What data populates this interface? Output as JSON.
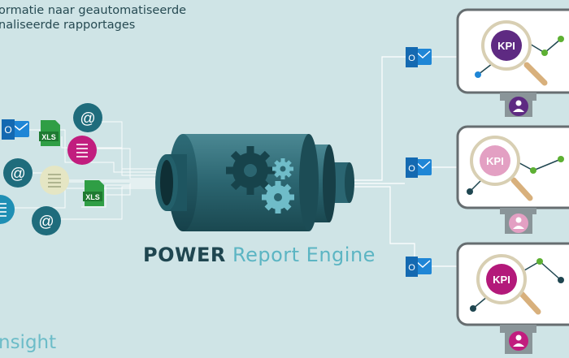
{
  "header": {
    "line1": "ormatie naar geautomatiseerde",
    "line2": "naliseerde rapportages"
  },
  "engine": {
    "title_bold": "POWER",
    "title_light": "Report Engine"
  },
  "brand": "nsight",
  "sources": {
    "xls_label": "XLS",
    "email_symbol": "@",
    "outlook_letter": "O"
  },
  "dashboards": [
    {
      "kpi_label": "KPI",
      "accent": "#5e2a82"
    },
    {
      "kpi_label": "KPI",
      "accent": "#e3a0c3"
    },
    {
      "kpi_label": "KPI",
      "accent": "#b3197a"
    }
  ],
  "colors": {
    "background": "#cfe4e6",
    "teal_dark": "#1f5e6c",
    "outlook_blue": "#1f86d6",
    "xls_green": "#2f9e45",
    "line_green": "#5db033",
    "magenta": "#c11d7e"
  }
}
